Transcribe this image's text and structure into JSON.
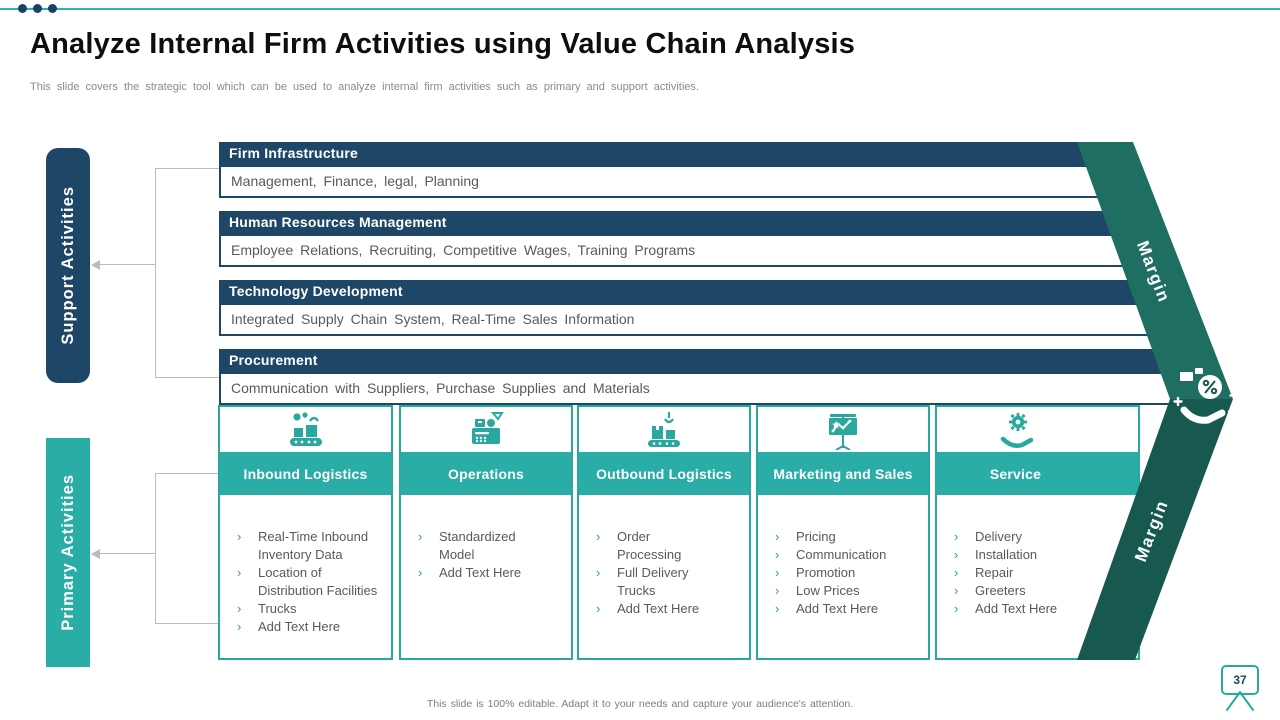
{
  "header": {
    "title": "Analyze Internal Firm Activities using Value Chain Analysis",
    "subtitle": "This slide covers the strategic tool which can be used to analyze internal firm activities such as primary and support activities."
  },
  "support": {
    "label": "Support Activities",
    "rows": [
      {
        "header": "Firm Infrastructure",
        "text": "Management, Finance, legal, Planning"
      },
      {
        "header": "Human Resources Management",
        "text": "Employee Relations, Recruiting, Competitive Wages, Training Programs"
      },
      {
        "header": "Technology Development",
        "text": "Integrated Supply Chain System, Real-Time Sales Information"
      },
      {
        "header": "Procurement",
        "text": "Communication with Suppliers, Purchase Supplies and Materials"
      }
    ]
  },
  "primary": {
    "label": "Primary Activities",
    "columns": [
      {
        "icon": "conveyor-robot-icon",
        "title": "Inbound Logistics",
        "items": [
          "Real-Time Inbound Inventory Data",
          "Location of Distribution Facilities",
          "Trucks",
          "Add Text Here"
        ]
      },
      {
        "icon": "cash-register-icon",
        "title": "Operations",
        "items": [
          "Standardized Model",
          "Add Text Here"
        ]
      },
      {
        "icon": "crane-boxes-icon",
        "title": "Outbound Logistics",
        "items": [
          "Order Processing",
          "Full Delivery Trucks",
          "Add Text Here"
        ]
      },
      {
        "icon": "presentation-chart-icon",
        "title": "Marketing and Sales",
        "items": [
          "Pricing",
          "Communication",
          "Promotion",
          "Low Prices",
          "Add Text Here"
        ]
      },
      {
        "icon": "hand-gear-icon",
        "title": "Service",
        "items": [
          "Delivery",
          "Installation",
          "Repair",
          "Greeters",
          "Add Text Here"
        ]
      }
    ]
  },
  "margin": {
    "label": "Margin"
  },
  "footer": {
    "note": "This slide is 100% editable. Adapt it to your needs and capture your audience's attention.",
    "page": "37"
  },
  "colors": {
    "navy": "#1e4667",
    "teal": "#29ada6",
    "teal_border": "#2aa8a0",
    "chevron_top": "#1f6e62",
    "chevron_bottom": "#17594f",
    "body_text": "#595959",
    "subtitle_gray": "#8a8a8a"
  }
}
